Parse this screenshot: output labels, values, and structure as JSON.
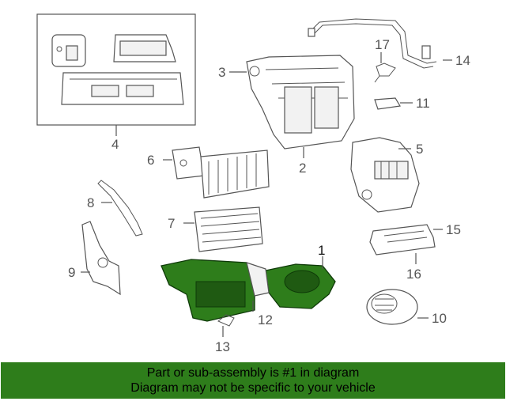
{
  "diagram": {
    "labels": {
      "p1": "1",
      "p2": "2",
      "p3": "3",
      "p4": "4",
      "p5": "5",
      "p6": "6",
      "p7": "7",
      "p8": "8",
      "p9": "9",
      "p10": "10",
      "p11": "11",
      "p12": "12",
      "p13": "13",
      "p14": "14",
      "p15": "15",
      "p16": "16",
      "p17": "17"
    },
    "colors": {
      "highlight": "#2e7d1b",
      "line": "#555555",
      "banner_bg": "#2e7d1b"
    }
  },
  "banner": {
    "line1": "Part or sub-assembly is #1 in diagram",
    "line2": "Diagram may not be specific to your vehicle"
  }
}
